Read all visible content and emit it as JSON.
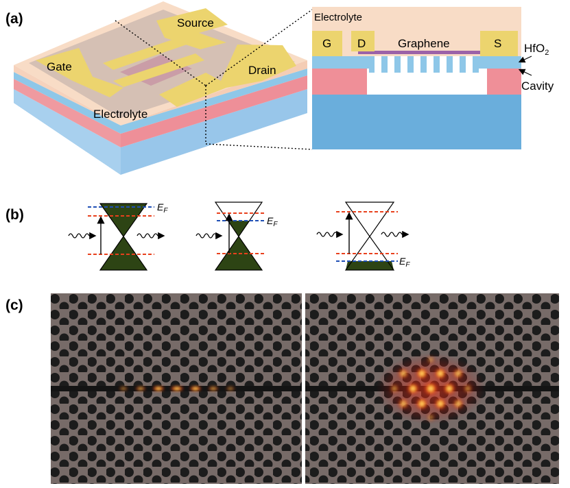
{
  "panels": {
    "a": {
      "label": "(a)",
      "device_labels": {
        "source": "Source",
        "gate": "Gate",
        "drain": "Drain",
        "electrolyte": "Electrolyte"
      },
      "cross_section_labels": {
        "electrolyte": "Electrolyte",
        "g": "G",
        "d": "D",
        "graphene": "Graphene",
        "s": "S",
        "hfo2_main": "HfO",
        "hfo2_sub": "2",
        "cavity": "Cavity"
      },
      "colors": {
        "electrolyte": "#f8d8c0",
        "contact": "#ecd46e",
        "hfo2": "#8ec7e8",
        "spacer": "#ef8f98",
        "substrate": "#6aaedc",
        "graphene": "#9b62a8"
      }
    },
    "b": {
      "label": "(b)",
      "fermi_symbol": "E",
      "fermi_subscript": "F",
      "colors": {
        "filled": "#2d4414",
        "fermi_line": "#1f4fb5",
        "transition_line": "#e8401c"
      }
    },
    "c": {
      "label": "(c)",
      "colors": {
        "slab": "#776b68",
        "hole": "#1c1c1c",
        "field_hot": "#ffe27a",
        "field_cold": "#d11d10"
      }
    }
  }
}
